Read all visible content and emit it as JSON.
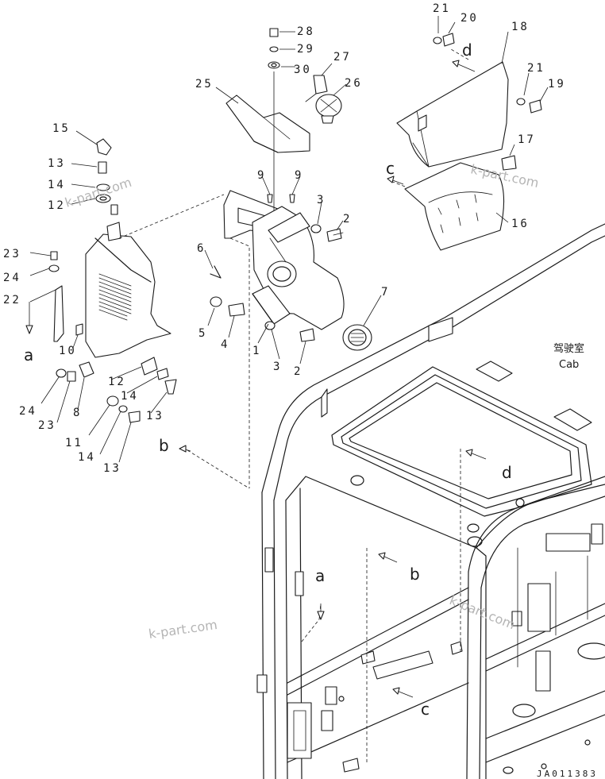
{
  "part_numbers": [
    {
      "id": "n28",
      "text": "28"
    },
    {
      "id": "n29",
      "text": "29"
    },
    {
      "id": "n30",
      "text": "30"
    },
    {
      "id": "n27",
      "text": "27"
    },
    {
      "id": "n26",
      "text": "26"
    },
    {
      "id": "n25",
      "text": "25"
    },
    {
      "id": "n21a",
      "text": "21"
    },
    {
      "id": "n20",
      "text": "20"
    },
    {
      "id": "n18",
      "text": "18"
    },
    {
      "id": "n21b",
      "text": "21"
    },
    {
      "id": "n19",
      "text": "19"
    },
    {
      "id": "n17",
      "text": "17"
    },
    {
      "id": "n16",
      "text": "16"
    },
    {
      "id": "n15",
      "text": "15"
    },
    {
      "id": "n13a",
      "text": "13"
    },
    {
      "id": "n14a",
      "text": "14"
    },
    {
      "id": "n12a",
      "text": "12"
    },
    {
      "id": "n9a",
      "text": "9"
    },
    {
      "id": "n9b",
      "text": "9"
    },
    {
      "id": "n3a",
      "text": "3"
    },
    {
      "id": "n2a",
      "text": "2"
    },
    {
      "id": "n6",
      "text": "6"
    },
    {
      "id": "n23a",
      "text": "23"
    },
    {
      "id": "n24a",
      "text": "24"
    },
    {
      "id": "n22",
      "text": "22"
    },
    {
      "id": "n5",
      "text": "5"
    },
    {
      "id": "n4",
      "text": "4"
    },
    {
      "id": "n1",
      "text": "1"
    },
    {
      "id": "n3b",
      "text": "3"
    },
    {
      "id": "n2b",
      "text": "2"
    },
    {
      "id": "n7",
      "text": "7"
    },
    {
      "id": "n10",
      "text": "10"
    },
    {
      "id": "n12b",
      "text": "12"
    },
    {
      "id": "n14b",
      "text": "14"
    },
    {
      "id": "n13b",
      "text": "13"
    },
    {
      "id": "n24b",
      "text": "24"
    },
    {
      "id": "n23b",
      "text": "23"
    },
    {
      "id": "n8",
      "text": "8"
    },
    {
      "id": "n11",
      "text": "11"
    },
    {
      "id": "n14c",
      "text": "14"
    },
    {
      "id": "n13c",
      "text": "13"
    }
  ],
  "ref_letters": [
    {
      "id": "ref-d-top",
      "text": "d"
    },
    {
      "id": "ref-c-top",
      "text": "c"
    },
    {
      "id": "ref-a-left",
      "text": "a"
    },
    {
      "id": "ref-b-left",
      "text": "b"
    },
    {
      "id": "ref-d-cab",
      "text": "d"
    },
    {
      "id": "ref-a-cab",
      "text": "a"
    },
    {
      "id": "ref-b-cab",
      "text": "b"
    },
    {
      "id": "ref-c-cab",
      "text": "c"
    }
  ],
  "cab_label": {
    "jp": "驾驶室",
    "en": "Cab"
  },
  "watermarks": [
    "k-part.com",
    "k-part.com",
    "k-part.com",
    "k-part.com"
  ],
  "drawing_code": "JA011383"
}
